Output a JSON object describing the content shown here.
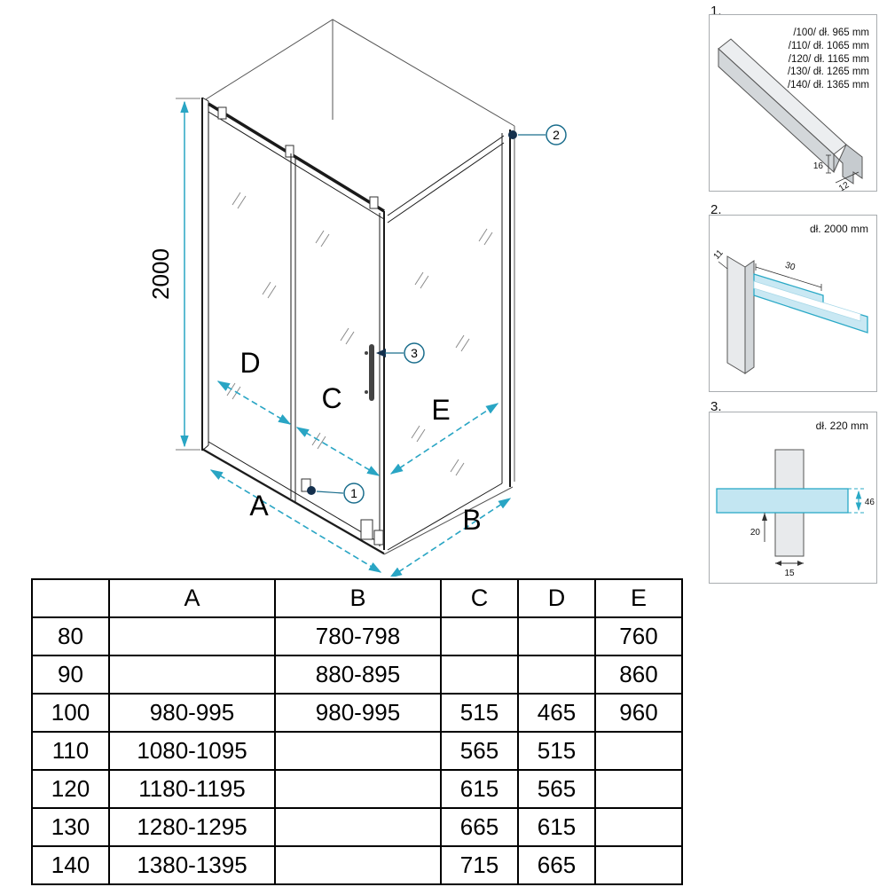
{
  "accent": "#29a5c4",
  "main_drawing": {
    "height_label": "2000",
    "dim_d": "D",
    "dim_c": "C",
    "dim_e": "E",
    "dim_a": "A",
    "dim_b": "B",
    "callout_1": "1",
    "callout_2": "2",
    "callout_3": "3"
  },
  "details": {
    "d1": {
      "number": "1.",
      "sizes": [
        "/100/ dł. 965 mm",
        "/110/ dł. 1065 mm",
        "/120/ dł. 1165 mm",
        "/130/ dł. 1265 mm",
        "/140/ dł. 1365 mm"
      ],
      "dim_height": "16",
      "dim_width": "12"
    },
    "d2": {
      "number": "2.",
      "length": "dł. 2000 mm",
      "dim_left": "11",
      "dim_top": "30"
    },
    "d3": {
      "number": "3.",
      "length": "dł. 220 mm",
      "dim_right": "46",
      "dim_lower": "20",
      "dim_bottom": "15"
    }
  },
  "table": {
    "headers": [
      "",
      "A",
      "B",
      "C",
      "D",
      "E"
    ],
    "rows": [
      {
        "size": "80",
        "a": "",
        "b": "780-798",
        "c": "",
        "d": "",
        "e": "760"
      },
      {
        "size": "90",
        "a": "",
        "b": "880-895",
        "c": "",
        "d": "",
        "e": "860"
      },
      {
        "size": "100",
        "a": "980-995",
        "b": "980-995",
        "c": "515",
        "d": "465",
        "e": "960"
      },
      {
        "size": "110",
        "a": "1080-1095",
        "b": "",
        "c": "565",
        "d": "515",
        "e": ""
      },
      {
        "size": "120",
        "a": "1180-1195",
        "b": "",
        "c": "615",
        "d": "565",
        "e": ""
      },
      {
        "size": "130",
        "a": "1280-1295",
        "b": "",
        "c": "665",
        "d": "615",
        "e": ""
      },
      {
        "size": "140",
        "a": "1380-1395",
        "b": "",
        "c": "715",
        "d": "665",
        "e": ""
      }
    ]
  }
}
